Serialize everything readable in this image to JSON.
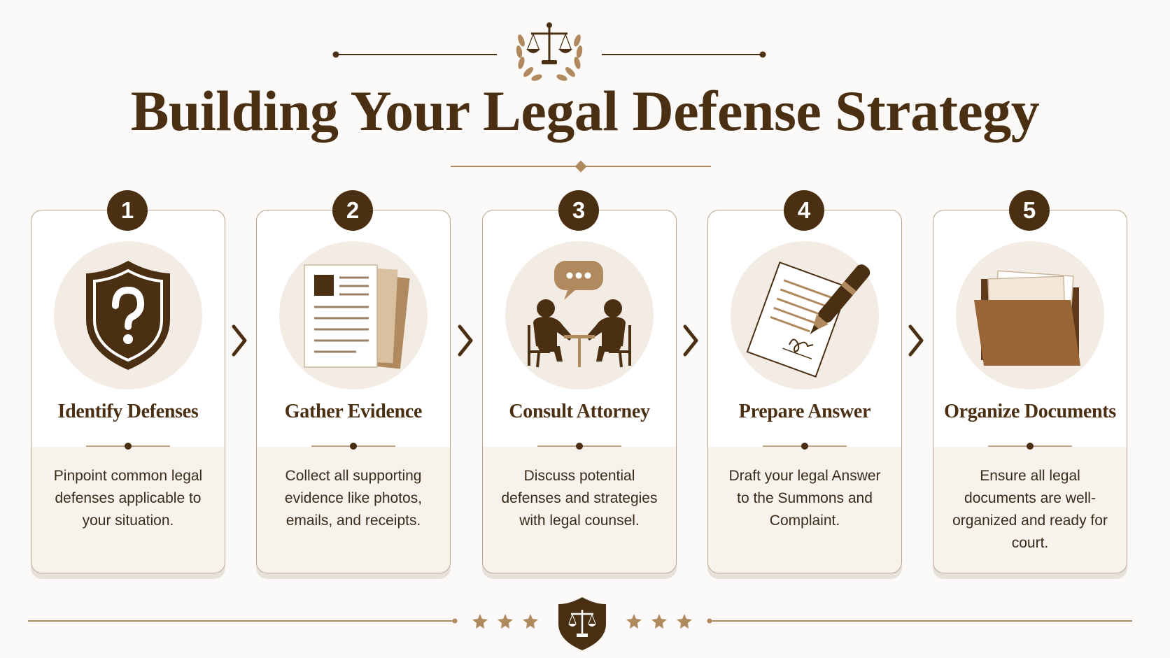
{
  "header": {
    "title": "Building Your Legal Defense Strategy",
    "emblem_icon": "scales-of-justice-icon"
  },
  "steps": [
    {
      "number": "1",
      "title": "Identify Defenses",
      "description": "Pinpoint common legal defenses applicable to your situation.",
      "icon": "shield-question-icon"
    },
    {
      "number": "2",
      "title": "Gather Evidence",
      "description": "Collect all supporting evidence like photos, emails, and receipts.",
      "icon": "documents-stack-icon"
    },
    {
      "number": "3",
      "title": "Consult Attorney",
      "description": "Discuss potential defenses and strategies with legal counsel.",
      "icon": "consultation-icon"
    },
    {
      "number": "4",
      "title": "Prepare Answer",
      "description": "Draft your legal Answer to the Summons and Complaint.",
      "icon": "pen-signature-icon"
    },
    {
      "number": "5",
      "title": "Organize Documents",
      "description": "Ensure all legal documents are well-organized and ready for court.",
      "icon": "folder-icon"
    }
  ],
  "footer": {
    "emblem_icon": "shield-scales-icon",
    "stars_each_side": 3
  },
  "colors": {
    "primary": "#4a2f12",
    "accent": "#b08a5e",
    "icon_brown": "#7a4f2a",
    "background": "#fbfaf8"
  }
}
